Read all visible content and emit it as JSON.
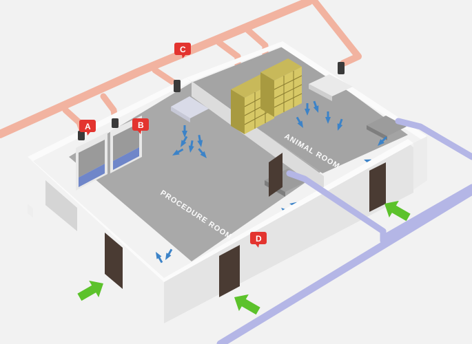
{
  "rooms": {
    "procedure": "PROCEDURE ROOM",
    "animal": "ANIMAL ROOM"
  },
  "callouts": [
    {
      "id": "A",
      "label": "A"
    },
    {
      "id": "B",
      "label": "B"
    },
    {
      "id": "C",
      "label": "C"
    },
    {
      "id": "D",
      "label": "D"
    }
  ],
  "colors": {
    "background": "#f2f2f2",
    "floor": "#a9a9a9",
    "wall_top": "#fbfbfb",
    "wall_side": "#e4e4e4",
    "exhaust_duct": "#f2b3a0",
    "supply_duct": "#b4b6e6",
    "callout": "#e3342f",
    "airflow_arrow": "#3c83c8",
    "inflow_arrow": "#5cc22b",
    "door": "#4a3b33"
  },
  "icons": {
    "airflow": "blue-airflow-arrow-icon",
    "inflow": "green-inflow-arrow-icon",
    "callout": "red-callout-marker-icon"
  }
}
